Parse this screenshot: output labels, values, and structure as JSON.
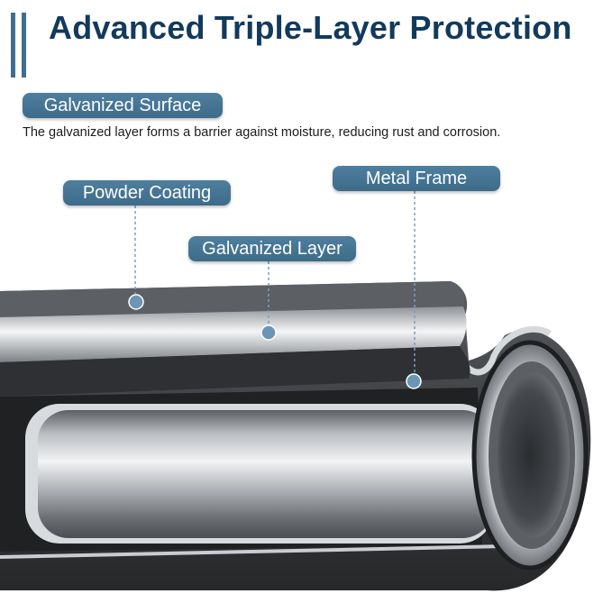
{
  "title": "Advanced Triple-Layer Protection",
  "subtitle": "Galvanized Surface",
  "description": "The galvanized layer forms a barrier against moisture, reducing rust and corrosion.",
  "labels": {
    "powder_coating": "Powder Coating",
    "galvanized_layer": "Galvanized Layer",
    "metal_frame": "Metal Frame"
  },
  "colors": {
    "title": "#123a5c",
    "chip": "#4a7898",
    "coating": "#3b3d40",
    "steel": "#c8ccd0"
  }
}
